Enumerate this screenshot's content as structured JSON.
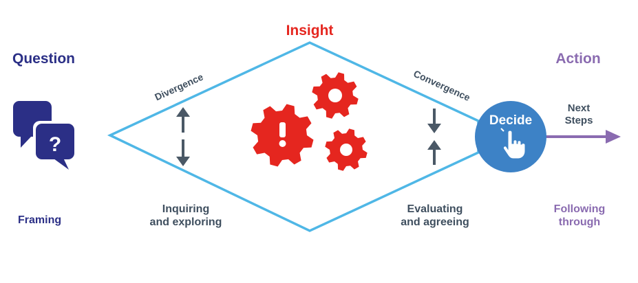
{
  "colors": {
    "navy": "#2b2f86",
    "red": "#e5261f",
    "purple": "#8a6bb0",
    "cyan": "#4fb7e6",
    "slate": "#3f4f5f",
    "decide_blue": "#3d82c6"
  },
  "stages": {
    "question": {
      "title": "Question",
      "caption": "Framing",
      "icon": "speech-bubbles-question-icon"
    },
    "insight": {
      "title": "Insight",
      "icon": "gears-alert-icon"
    },
    "action": {
      "title": "Action",
      "caption_line1": "Following",
      "caption_line2": "through"
    }
  },
  "divergence": {
    "label": "Divergence",
    "caption_line1": "Inquiring",
    "caption_line2": "and exploring",
    "icon": "expand-arrows-icon"
  },
  "convergence": {
    "label": "Convergence",
    "caption_line1": "Evaluating",
    "caption_line2": "and agreeing",
    "icon": "collapse-arrows-icon"
  },
  "decide": {
    "label": "Decide",
    "icon": "hand-pointer-icon"
  },
  "next_steps": {
    "line1": "Next",
    "line2": "Steps",
    "icon": "arrow-right-icon"
  }
}
